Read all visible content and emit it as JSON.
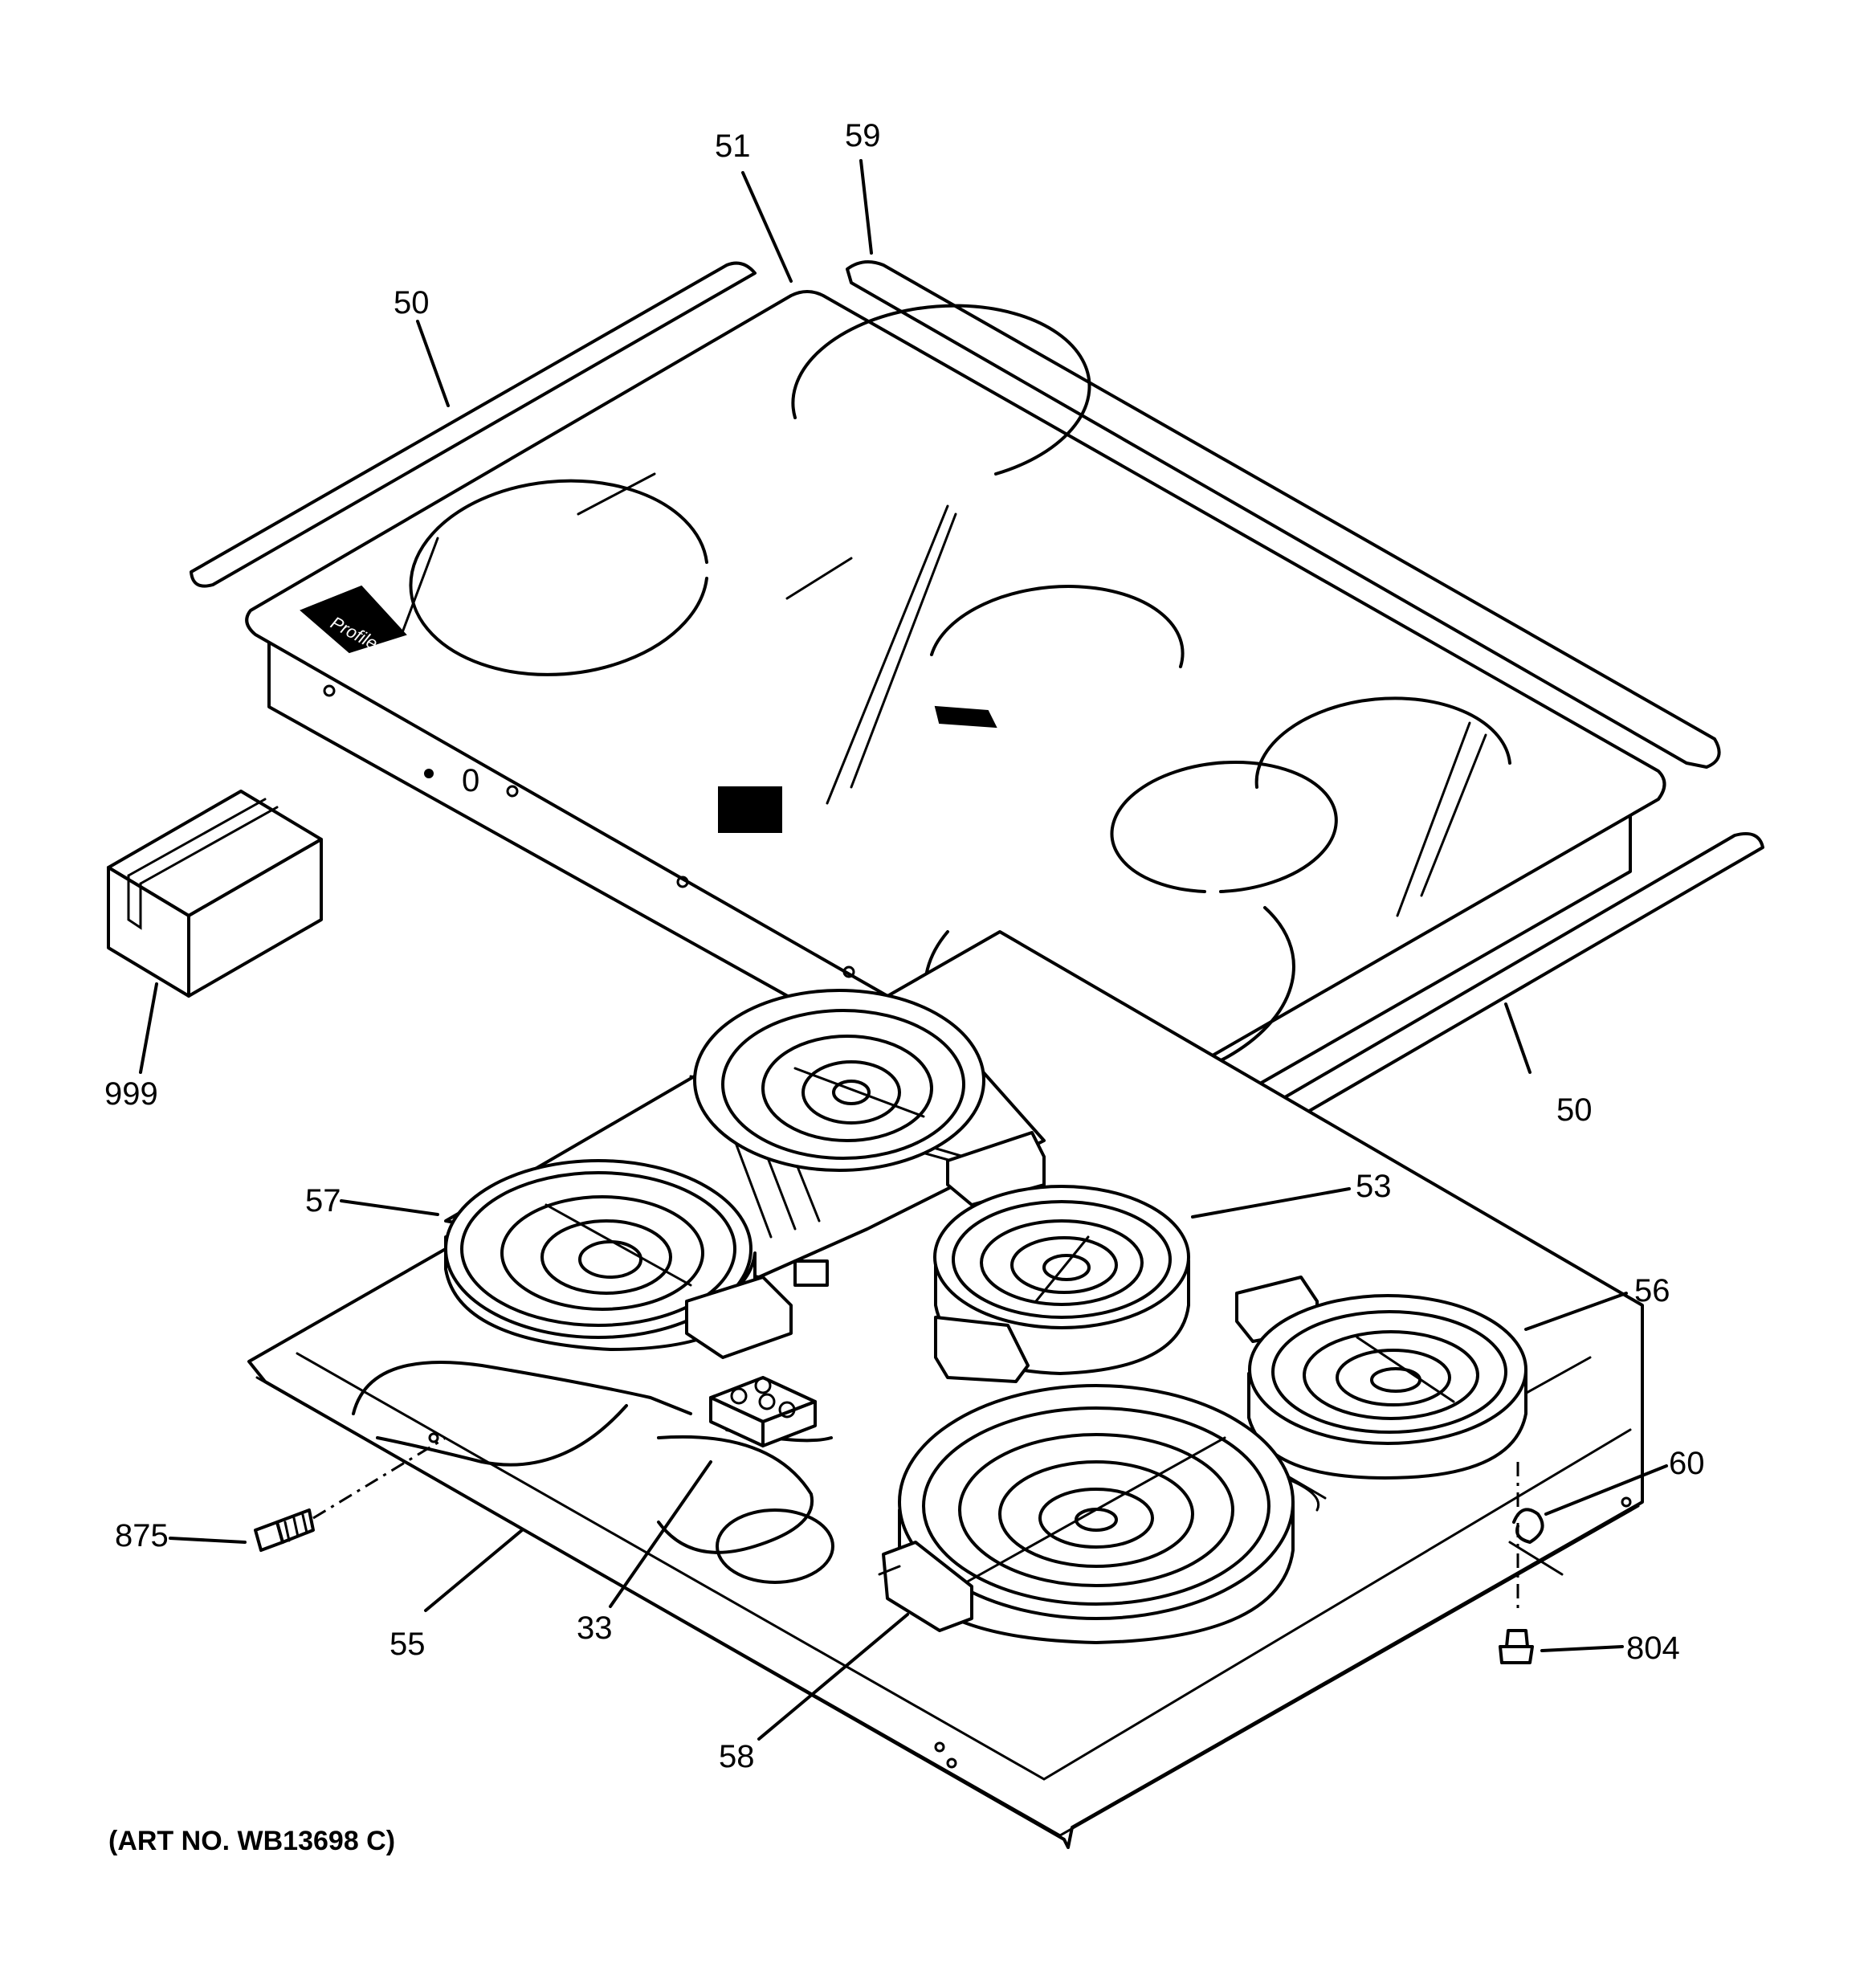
{
  "callouts": [
    {
      "id": "c51",
      "label": "51"
    },
    {
      "id": "c59",
      "label": "59"
    },
    {
      "id": "c50a",
      "label": "50"
    },
    {
      "id": "c50b",
      "label": "50"
    },
    {
      "id": "c999",
      "label": "999"
    },
    {
      "id": "c57",
      "label": "57"
    },
    {
      "id": "c53",
      "label": "53"
    },
    {
      "id": "c56",
      "label": "56"
    },
    {
      "id": "c60",
      "label": "60"
    },
    {
      "id": "c875",
      "label": "875"
    },
    {
      "id": "c55",
      "label": "55"
    },
    {
      "id": "c33",
      "label": "33"
    },
    {
      "id": "c58",
      "label": "58"
    },
    {
      "id": "c804",
      "label": "804"
    }
  ],
  "cooktop": {
    "brand_label": "Profile",
    "digit": "0"
  },
  "art_no": "(ART NO. WB13698 C)"
}
